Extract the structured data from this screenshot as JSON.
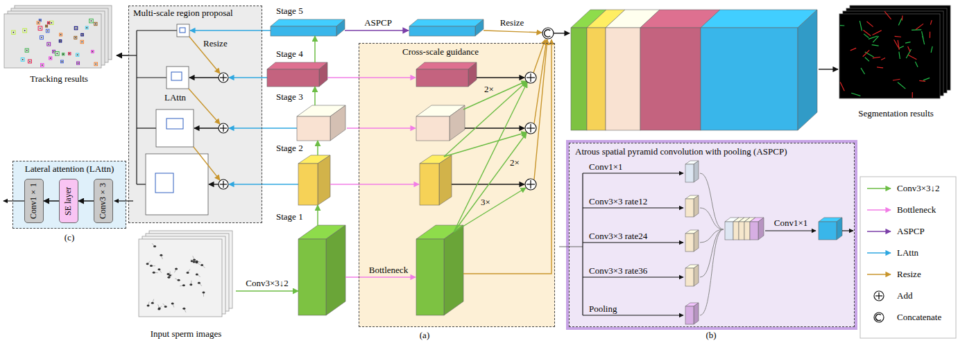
{
  "diagram": {
    "nodes": [
      {
        "text": [
          "Tracking results"
        ]
      },
      {
        "text": [
          "Multi-scale region proposal"
        ]
      },
      {
        "text": [
          "Stage 5"
        ]
      },
      {
        "text": [
          "Stage 4"
        ]
      },
      {
        "text": [
          "Stage 3"
        ]
      },
      {
        "text": [
          "Cross-scale guidance"
        ]
      },
      {
        "text": [
          "Stage 2"
        ]
      },
      {
        "text": [
          "Stage 1"
        ]
      },
      {
        "text": [
          "Segmentation results"
        ]
      },
      {
        "text": [
          "Lateral attention (LAttn)"
        ]
      },
      {
        "text": [
          "Conv1×1"
        ],
        "in": 9
      },
      {
        "text": [
          "SE layer"
        ],
        "in": 9
      },
      {
        "text": [
          "Conv3×3"
        ],
        "in": 9
      },
      {
        "text": [
          "Input sperm images"
        ]
      },
      {
        "text": [
          "Atrous spatial pyramid convolution with pooling (ASPCP)"
        ]
      }
    ],
    "edges": [
      {
        "from": 1,
        "to": 0,
        "arrow": "to"
      },
      {
        "from": 13,
        "to": 7,
        "label": "Conv3×3↓2",
        "arrow": "to"
      },
      {
        "from": 7,
        "to": 6,
        "arrow": "to"
      },
      {
        "from": 6,
        "to": 4,
        "arrow": "to"
      },
      {
        "from": 4,
        "to": 3,
        "arrow": "to"
      },
      {
        "from": 3,
        "to": 2,
        "arrow": "to"
      },
      {
        "from": 12,
        "to": 11,
        "arrow": "to"
      },
      {
        "from": 11,
        "to": 10,
        "arrow": "to"
      }
    ],
    "labels": [
      "Resize",
      "LAttn",
      "ASPCP",
      "Resize",
      "Bottleneck",
      "2×",
      "2×",
      "3×",
      "(a)",
      "(b)",
      "(c)",
      "Conv1×1",
      "Conv3×3 rate12",
      "Conv3×3 rate24",
      "Conv3×3 rate36",
      "Pooling",
      "Conv1×1"
    ],
    "legend": [
      {
        "text": "Conv3×3↓2"
      },
      {
        "text": "Bottleneck"
      },
      {
        "text": "ASPCP"
      },
      {
        "text": "LAttn"
      },
      {
        "text": "Resize"
      },
      {
        "text": "Add"
      },
      {
        "text": "Concatenate"
      }
    ]
  }
}
